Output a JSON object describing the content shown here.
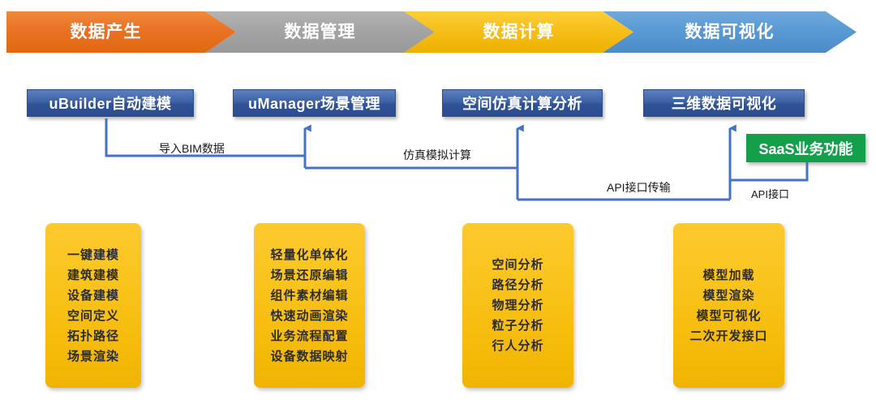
{
  "process_banner": {
    "name": "data-lifecycle-process-banner",
    "stages": [
      {
        "label": "数据产生",
        "color": "#ea7326"
      },
      {
        "label": "数据管理",
        "color": "#a5a5a5"
      },
      {
        "label": "数据计算",
        "color": "#f7c01b"
      },
      {
        "label": "数据可视化",
        "color": "#5b9bd5"
      }
    ]
  },
  "modules": [
    {
      "title": "uBuilder自动建模",
      "color": "#2f5296"
    },
    {
      "title": "uManager场景管理",
      "color": "#2f5296"
    },
    {
      "title": "空间仿真计算分析",
      "color": "#2f5296"
    },
    {
      "title": "三维数据可视化",
      "color": "#2f5296"
    }
  ],
  "saas_box": {
    "label": "SaaS业务功能",
    "color": "#14a04b"
  },
  "connectors": [
    {
      "label": "导入BIM数据",
      "from": "uBuilder自动建模",
      "to": "uManager场景管理"
    },
    {
      "label": "仿真模拟计算",
      "from": "uManager场景管理",
      "to": "空间仿真计算分析"
    },
    {
      "label": "API接口传输",
      "from": "空间仿真计算分析",
      "to": "三维数据可视化"
    },
    {
      "label": "API接口",
      "from": "SaaS业务功能",
      "to": "三维数据可视化"
    }
  ],
  "feature_cards": [
    {
      "card_name": "ubuilder-features",
      "items": [
        "一键建模",
        "建筑建模",
        "设备建模",
        "空间定义",
        "拓扑路径",
        "场景渲染"
      ]
    },
    {
      "card_name": "umanager-features",
      "items": [
        "轻量化单体化",
        "场景还原编辑",
        "组件素材编辑",
        "快速动画渲染",
        "业务流程配置",
        "设备数据映射"
      ]
    },
    {
      "card_name": "simulation-features",
      "items": [
        "空间分析",
        "路径分析",
        "物理分析",
        "粒子分析",
        "行人分析"
      ]
    },
    {
      "card_name": "visualization-features",
      "items": [
        "模型加载",
        "模型渲染",
        "模型可视化",
        "二次开发接口"
      ]
    }
  ],
  "theme": {
    "line_color": "#4472c4",
    "background": "#ffffff"
  }
}
